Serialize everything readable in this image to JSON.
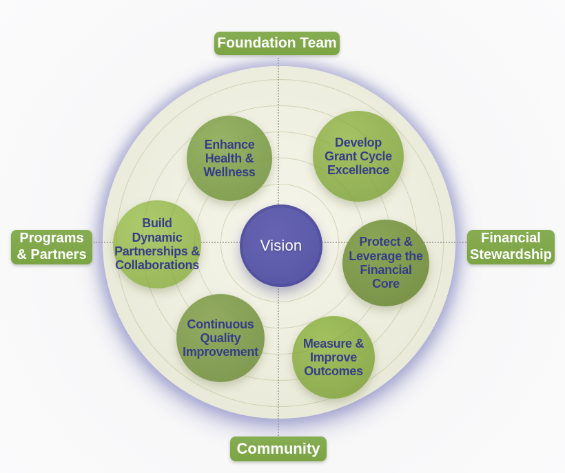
{
  "diagram": {
    "center": {
      "label": "Vision"
    },
    "satellites": [
      {
        "name": "enhance-health-wellness",
        "label": "Enhance\nHealth &\nWellness",
        "color_light": "#97b365",
        "color_dark": "#7e9b4f"
      },
      {
        "name": "develop-grant-cycle-excellence",
        "label": "Develop\nGrant Cycle\nExcellence",
        "color_light": "#a5c363",
        "color_dark": "#8ba950"
      },
      {
        "name": "build-dynamic-partnerships-collaborations",
        "label": "Build\nDynamic\nPartnerships &\nCollaborations",
        "color_light": "#aecb6c",
        "color_dark": "#95b356"
      },
      {
        "name": "protect-leverage-financial-core",
        "label": "Protect &\nLeverage the\nFinancial\nCore",
        "color_light": "#8ca657",
        "color_dark": "#748e45"
      },
      {
        "name": "continuous-quality-improvement",
        "label": "Continuous\nQuality\nImprovement",
        "color_light": "#92ab60",
        "color_dark": "#7b964e"
      },
      {
        "name": "measure-improve-outcomes",
        "label": "Measure &\nImprove\nOutcomes",
        "color_light": "#a2c15e",
        "color_dark": "#88a74c"
      }
    ],
    "compass": {
      "top": "Foundation Team",
      "right": "Financial\nStewardship",
      "bottom": "Community",
      "left": "Programs\n& Partners"
    },
    "colors": {
      "background": "#f8f8f9",
      "badge_green": "#7ea74b",
      "badge_text": "#ffffff",
      "satellite_text": "#353d88",
      "vision_fill": "#5d5caa",
      "vision_text": "#ffffff",
      "wheel_cream": "#eeeee0",
      "wheel_glow_purple": "#8f8fc6",
      "ring_line_olive": "#a8ad74",
      "axis_dotted_gray": "#9b9b9b"
    }
  }
}
